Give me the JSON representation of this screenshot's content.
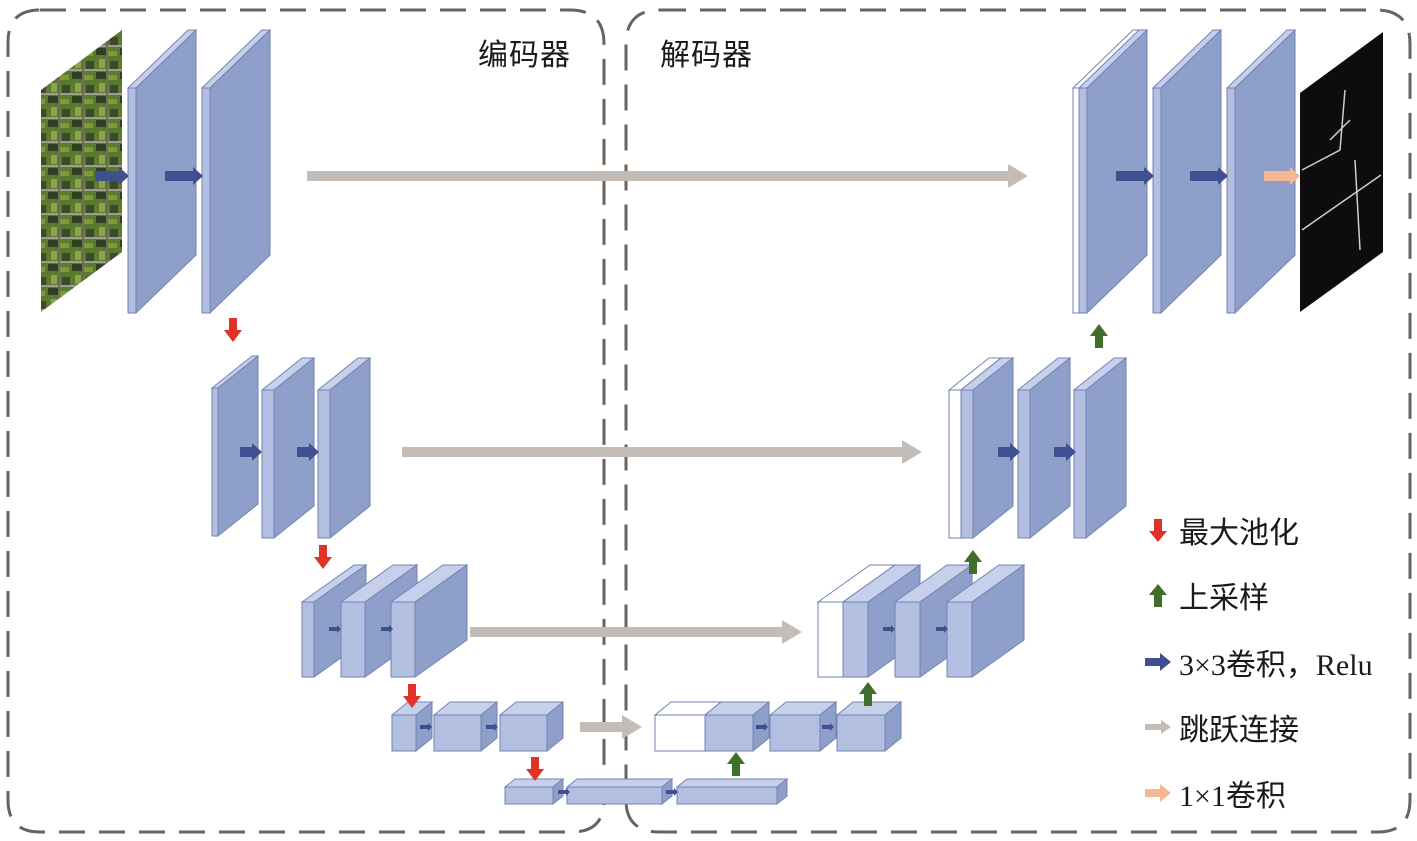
{
  "sections": {
    "encoder": {
      "title": "编码器"
    },
    "decoder": {
      "title": "解码器"
    }
  },
  "colors": {
    "frame": "#6b625c",
    "layer_face": "#8e9fc9",
    "layer_front": "#b3bfe0",
    "layer_top": "#c7d0ea",
    "layer_edge": "#7383b5",
    "concat_white": "#ffffff",
    "conv_arrow": "#3f4f8f",
    "pool_arrow": "#e03226",
    "upsample_arrow": "#3f6f2a",
    "skip_arrow": "#c4bcb6",
    "conv1x1_arrow": "#f5b794",
    "input_image": "#4f6e2c",
    "output_image": "#0d0d0d"
  },
  "diagram": {
    "input_image": {
      "label": "satellite input image"
    },
    "output_image": {
      "label": "road segmentation output"
    },
    "levels": [
      {
        "name": "level-1",
        "encoder_layers": 2,
        "decoder_layers": 3,
        "decoder_concat": true
      },
      {
        "name": "level-2",
        "encoder_layers": 3,
        "decoder_layers": 3,
        "decoder_concat": true
      },
      {
        "name": "level-3",
        "encoder_layers": 3,
        "decoder_layers": 3,
        "decoder_concat": true
      },
      {
        "name": "level-4",
        "encoder_layers": 3,
        "decoder_layers": 3,
        "decoder_concat": true
      },
      {
        "name": "bottleneck",
        "layers": 3
      }
    ]
  },
  "legend": {
    "items": [
      {
        "icon": "red-down-arrow-icon",
        "label": "最大池化"
      },
      {
        "icon": "green-up-arrow-icon",
        "label": "上采样"
      },
      {
        "icon": "blue-right-arrow-icon",
        "label": "3×3卷积，Relu"
      },
      {
        "icon": "gray-right-arrow-icon",
        "label": "跳跃连接"
      },
      {
        "icon": "orange-right-arrow-icon",
        "label": "1×1卷积"
      }
    ]
  }
}
